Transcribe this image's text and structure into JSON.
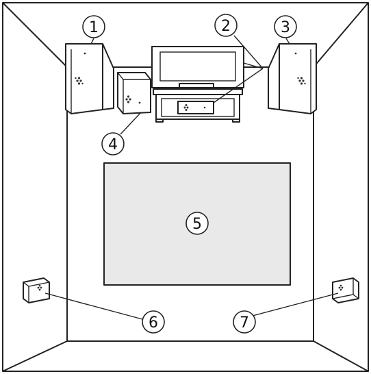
{
  "callouts": [
    {
      "id": "1",
      "label": "1"
    },
    {
      "id": "2",
      "label": "2"
    },
    {
      "id": "3",
      "label": "3"
    },
    {
      "id": "4",
      "label": "4"
    },
    {
      "id": "5",
      "label": "5"
    },
    {
      "id": "6",
      "label": "6"
    },
    {
      "id": "7",
      "label": "7"
    }
  ],
  "colors": {
    "line": "#222222",
    "rug_fill": "#e9e9e9",
    "background": "#ffffff"
  }
}
